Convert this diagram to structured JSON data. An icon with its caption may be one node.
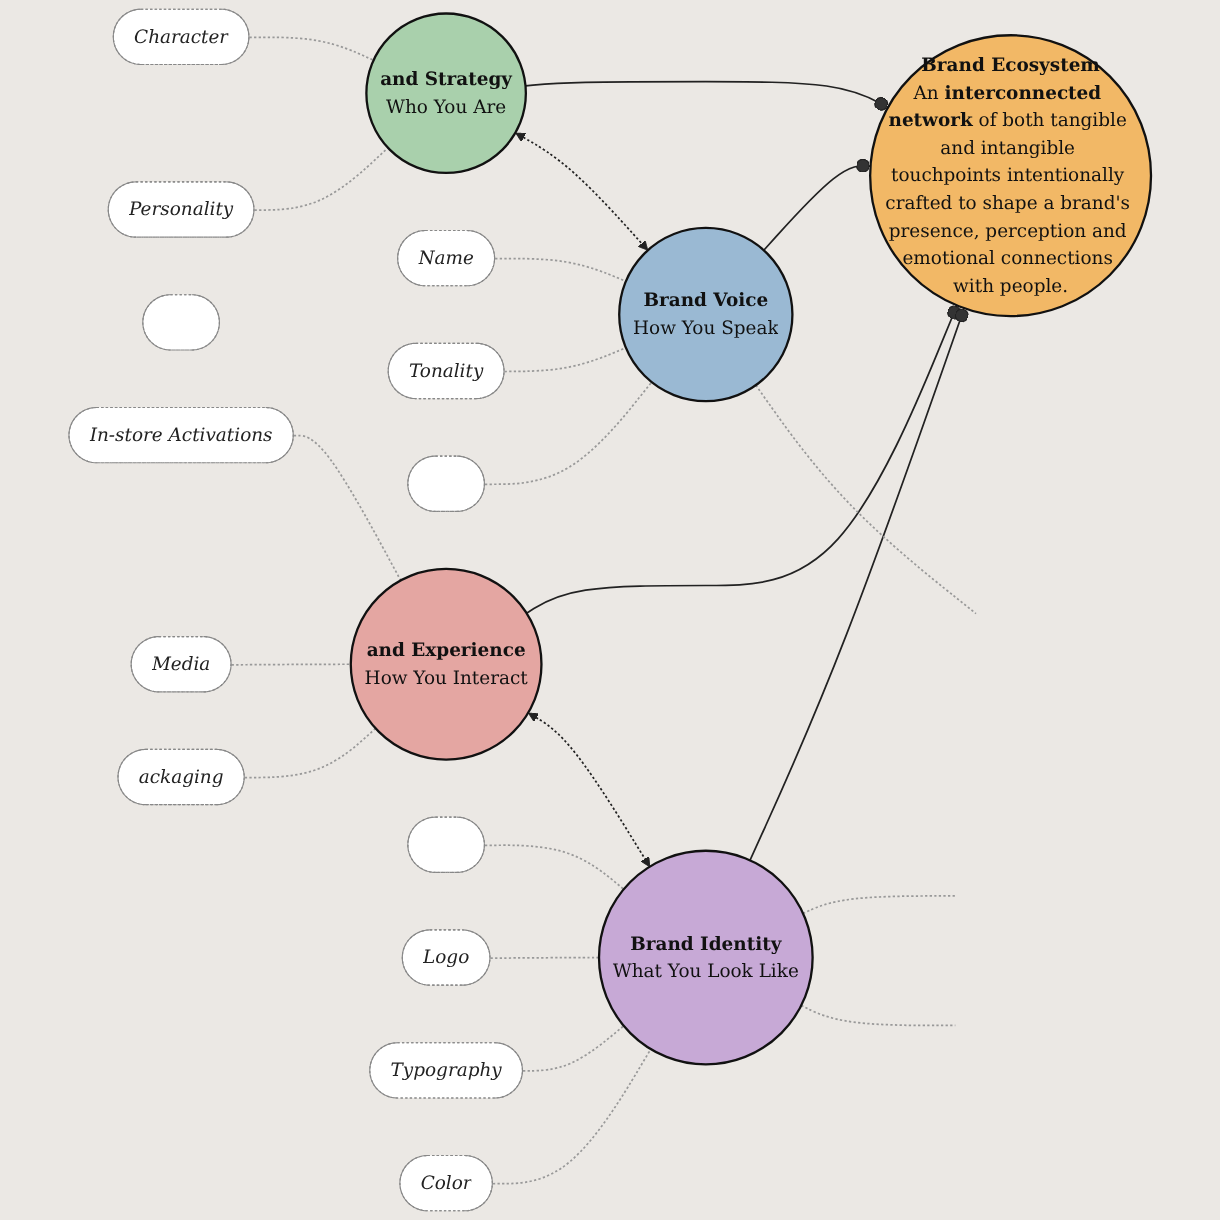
{
  "diagram": {
    "nodes": [
      {
        "text": [
          "Brand Ecosystem",
          "An **interconnected network** of both tangible and intangible touchpoints intentionally crafted to shape a brand's presence, perception and emotional connections with people."
        ]
      },
      {
        "text": [
          "and Strategy",
          "Who You Are"
        ]
      },
      {
        "text": [
          "Character"
        ]
      },
      {
        "text": [
          "Personality"
        ]
      },
      {
        "text": [],
        "shape": "oval"
      },
      {
        "text": [
          "Name"
        ]
      },
      {
        "text": [
          "Tonality"
        ]
      },
      {
        "text": [],
        "shape": "oval"
      },
      {
        "text": [
          "Brand Voice",
          "How You Speak"
        ]
      },
      {
        "text": [
          "and Experience",
          "How You Interact"
        ]
      },
      {
        "text": [
          "In-store Activations"
        ]
      },
      {
        "text": [
          "Media"
        ]
      },
      {
        "text": [
          "ackaging"
        ]
      },
      {
        "text": [
          "Brand Identity",
          "What You Look Like"
        ]
      },
      {
        "text": [],
        "shape": "oval"
      },
      {
        "text": [
          "Logo"
        ]
      },
      {
        "text": [
          "Typography"
        ]
      },
      {
        "text": [
          "Color"
        ]
      }
    ],
    "edges": [
      {
        "from": 0,
        "to": 1,
        "arrow": "other",
        "color": "#222222"
      },
      {
        "from": 0,
        "to": 8,
        "arrow": "other",
        "color": "#222222"
      },
      {
        "from": 0,
        "to": 9,
        "arrow": "other",
        "color": "#222222"
      },
      {
        "from": 0,
        "to": 13,
        "arrow": "other",
        "color": "#222222"
      },
      {
        "from": 1,
        "to": 2,
        "arrow": "none",
        "style": "dashed",
        "color": "#999999"
      },
      {
        "from": 1,
        "to": 3,
        "arrow": "none",
        "style": "dashed",
        "color": "#999999"
      },
      {
        "from": 8,
        "to": 5,
        "arrow": "none",
        "style": "dashed",
        "color": "#999999"
      },
      {
        "from": 8,
        "to": 6,
        "arrow": "none",
        "style": "dashed",
        "color": "#999999"
      },
      {
        "from": 8,
        "to": 7,
        "arrow": "none",
        "style": "dashed",
        "color": "#999999"
      },
      {
        "from": 8,
        "to": null,
        "arrow": "none",
        "style": "dashed",
        "color": "#999999"
      },
      {
        "from": 9,
        "to": 10,
        "arrow": "none",
        "style": "dashed",
        "color": "#999999"
      },
      {
        "from": 9,
        "to": 11,
        "arrow": "none",
        "style": "dashed",
        "color": "#999999"
      },
      {
        "from": 9,
        "to": 12,
        "arrow": "none",
        "style": "dashed",
        "color": "#999999"
      },
      {
        "from": 13,
        "to": 14,
        "arrow": "none",
        "style": "dashed",
        "color": "#999999"
      },
      {
        "from": 13,
        "to": null,
        "arrow": "none",
        "style": "dashed",
        "color": "#999999"
      },
      {
        "from": 13,
        "to": null,
        "arrow": "none",
        "style": "dashed",
        "color": "#999999"
      },
      {
        "from": 13,
        "to": 15,
        "arrow": "none",
        "style": "dashed",
        "color": "#999999"
      },
      {
        "from": 13,
        "to": 16,
        "arrow": "none",
        "style": "dashed",
        "color": "#999999"
      },
      {
        "from": 13,
        "to": 17,
        "arrow": "none",
        "style": "dashed",
        "color": "#999999"
      },
      {
        "from": 1,
        "to": 8,
        "arrow": "both",
        "style": "dashed",
        "color": "#222222"
      },
      {
        "from": 9,
        "to": 13,
        "arrow": "both",
        "style": "dashed",
        "color": "#222222"
      }
    ]
  }
}
